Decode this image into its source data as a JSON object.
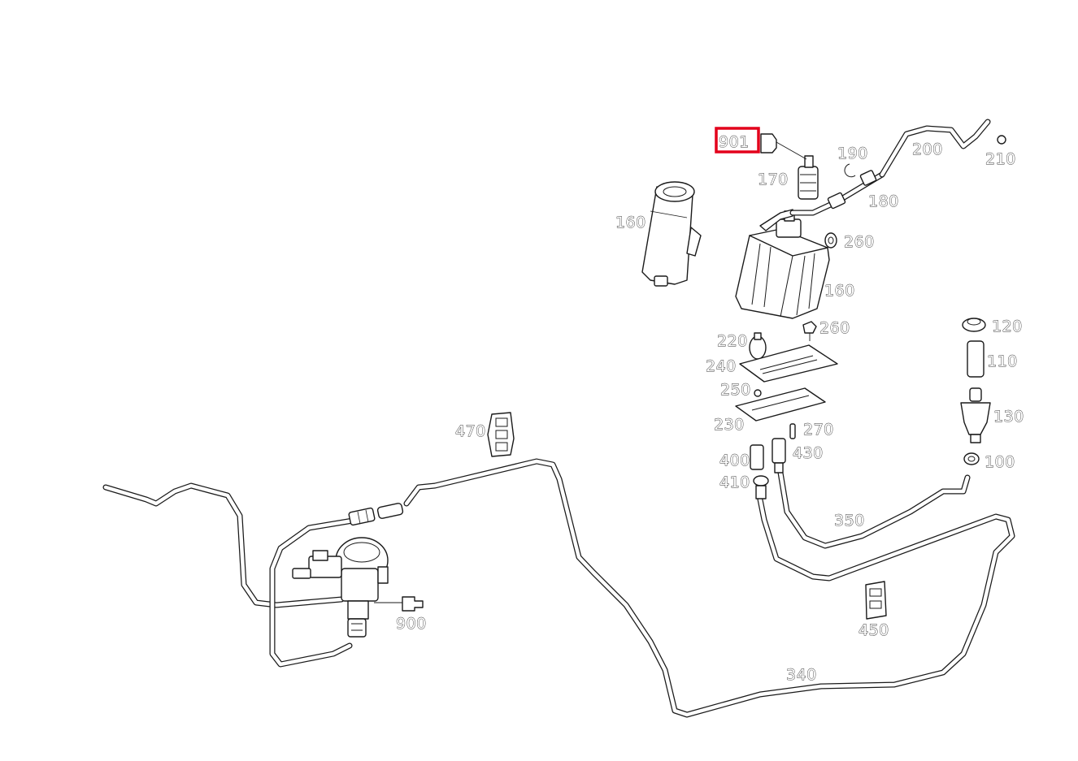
{
  "diagram": {
    "highlighted_callout": "901",
    "highlight_color": "#e3001b",
    "line_color": "#1a1a1a",
    "callouts": [
      {
        "id": "901",
        "label": "901"
      },
      {
        "id": "170",
        "label": "170"
      },
      {
        "id": "190",
        "label": "190"
      },
      {
        "id": "200",
        "label": "200"
      },
      {
        "id": "210",
        "label": "210"
      },
      {
        "id": "180",
        "label": "180"
      },
      {
        "id": "160a",
        "label": "160"
      },
      {
        "id": "260a",
        "label": "260"
      },
      {
        "id": "160b",
        "label": "160"
      },
      {
        "id": "220",
        "label": "220"
      },
      {
        "id": "260b",
        "label": "260"
      },
      {
        "id": "120",
        "label": "120"
      },
      {
        "id": "240",
        "label": "240"
      },
      {
        "id": "110",
        "label": "110"
      },
      {
        "id": "250",
        "label": "250"
      },
      {
        "id": "230",
        "label": "230"
      },
      {
        "id": "270",
        "label": "270"
      },
      {
        "id": "130",
        "label": "130"
      },
      {
        "id": "470",
        "label": "470"
      },
      {
        "id": "400",
        "label": "400"
      },
      {
        "id": "430",
        "label": "430"
      },
      {
        "id": "100",
        "label": "100"
      },
      {
        "id": "410",
        "label": "410"
      },
      {
        "id": "350",
        "label": "350"
      },
      {
        "id": "900",
        "label": "900"
      },
      {
        "id": "450",
        "label": "450"
      },
      {
        "id": "340",
        "label": "340"
      }
    ]
  }
}
